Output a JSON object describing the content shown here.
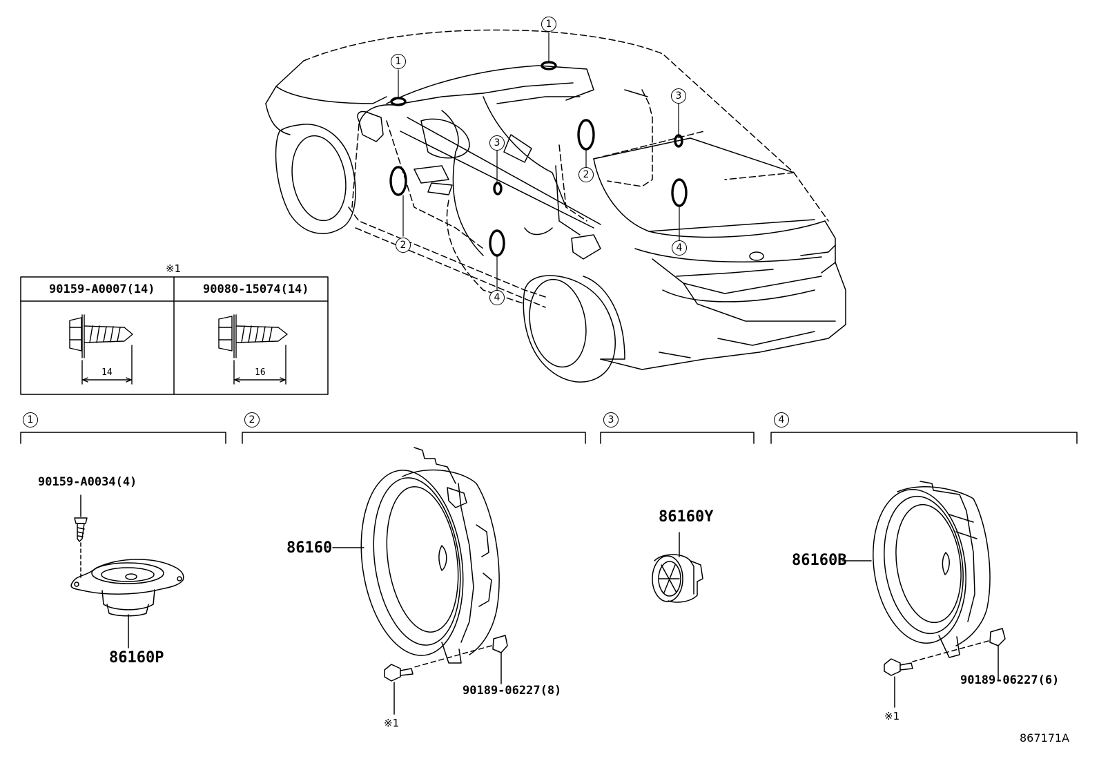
{
  "callouts": [
    "1",
    "2",
    "3",
    "4"
  ],
  "note_mark": "※1",
  "bolt_table": {
    "columns": [
      {
        "part": "90159-A0007(14)",
        "dim": "14"
      },
      {
        "part": "90080-15074(14)",
        "dim": "16"
      }
    ]
  },
  "sections": [
    {
      "num": "1",
      "parts": {
        "screw": "90159-A0034(4)",
        "speaker": "86160P"
      }
    },
    {
      "num": "2",
      "parts": {
        "speaker": "86160",
        "clip": "90189-06227(8)"
      }
    },
    {
      "num": "3",
      "parts": {
        "speaker": "86160Y"
      }
    },
    {
      "num": "4",
      "parts": {
        "speaker": "86160B",
        "clip": "90189-06227(6)"
      }
    }
  ],
  "diagram_id": "867171A"
}
